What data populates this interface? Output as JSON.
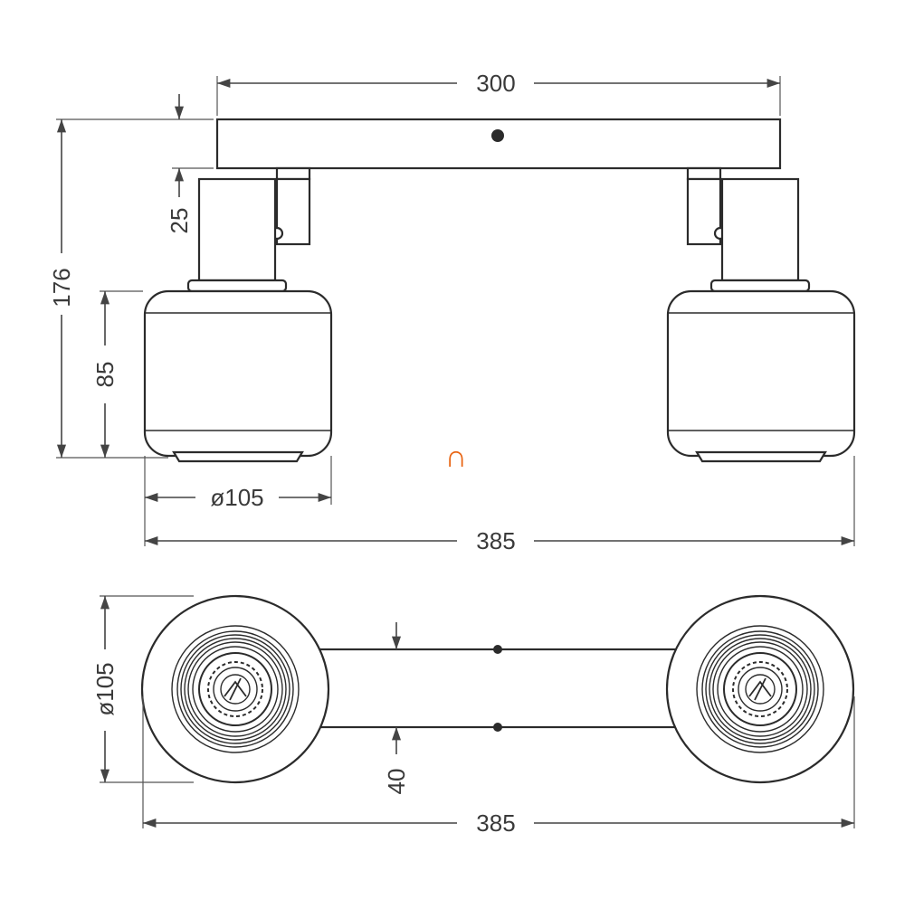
{
  "dimensions": {
    "top_width": "300",
    "total_height": "176",
    "stem_height": "25",
    "head_height": "85",
    "head_diameter_front": "ø105",
    "total_width_front": "385",
    "head_diameter_bottom": "ø105",
    "base_width_bottom": "40",
    "total_width_bottom": "385"
  },
  "logo_glyph": "∩",
  "colors": {
    "line": "#2b2b2b",
    "text": "#3a3a3a",
    "logo": "#e8620f",
    "background": "#ffffff"
  }
}
